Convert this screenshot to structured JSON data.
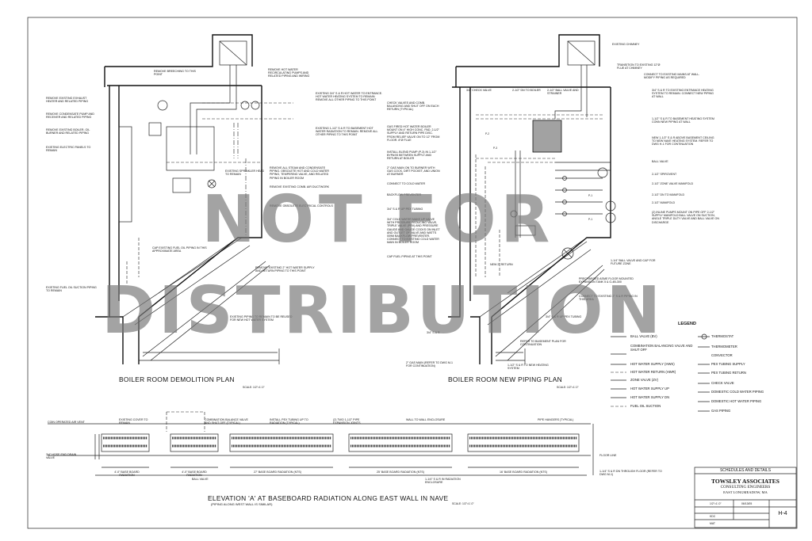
{
  "sheet": {
    "title_block_header": "SCHEDULES AND DETAILS",
    "firm_name": "TOWSLEY ASSOCIATES",
    "firm_subtitle": "CONSULTING ENGINEERS",
    "firm_location": "EAST LONGMEADOW, MA",
    "scale_value": "1/2\"=1'-0\"",
    "date_value": "06/13/05",
    "drawn_value": "KDC",
    "checked_value": "MAT",
    "sheet_number": "H-4"
  },
  "watermark": {
    "line1": "NOT FOR",
    "line2": "DISTRIBUTION"
  },
  "titles": {
    "demolition": "BOILER ROOM DEMOLITION PLAN",
    "demolition_scale": "SCALE: 1/2\"=1'-0\"",
    "new_piping": "BOILER ROOM NEW PIPING PLAN",
    "new_piping_scale": "SCALE: 1/2\"=1'-0\"",
    "elevation": "ELEVATION 'A' AT BASEBOARD RADIATION ALONG EAST WALL IN NAVE",
    "elevation_sub": "(PIPING ALONG WEST WALL IS SIMILAR)",
    "elevation_scale": "SCALE: 1/2\"=1'-0\""
  },
  "legend": {
    "title": "LEGEND",
    "left": [
      "BALL VALVE (BV)",
      "COMBINATION BALANCING VALVE AND SHUT OFF",
      "HOT WATER SUPPLY (HWS)",
      "HOT WATER RETURN (HWR)",
      "ZONE VALVE (ZV)",
      "HOT WATER SUPPLY UP",
      "HOT WATER SUPPLY DN",
      "FUEL OIL SUCTION"
    ],
    "right": [
      "THERMOSTAT",
      "THERMOMETER",
      "CONVECTOR",
      "PEX TUBING SUPPLY",
      "PEX TUBING RETURN",
      "CHECK VALVE",
      "DOMESTIC COLD WATER PIPING",
      "DOMESTIC HOT WATER PIPING",
      "GAS PIPING"
    ]
  },
  "demo_notes": {
    "remove_breeching": "REMOVE BREECHING TO THIS POINT",
    "remove_hw": "REMOVE HOT WATER RECIRCULATING PUMPS AND RELATED PIPING AND WIRING",
    "remove_exhaust": "REMOVE EXISTING EXHAUST HEATER AND RELATED PIPING",
    "remove_condensate": "REMOVE CONDENSATE PUMP AND RECEIVER AND RELATED PIPING",
    "remove_boiler": "REMOVE EXISTING BOILER, OIL BURNER AND RELATED PIPING",
    "electric_panels": "EXISTING ELECTRIC PANELS TO REMAIN",
    "existing_34": "EXISTING 3/4\" S & R HOT WATER TO ENTRANCE. HOT WATER HEATING SYSTEM TO REMAIN. REMOVE ALL OTHER PIPING TO THIS POINT",
    "existing_112": "EXISTING 1-1/2\" S & R TO BASEMENT HOT WATER RADIATION TO REMAIN. REMOVE ALL OTHER PIPING TO THIS POINT",
    "sprinkler": "EXISTING SPRINKLER HEAD TO REMAIN",
    "remove_steam": "REMOVE ALL STEAM AND CONDENSATE PIPING. OBSOLETE HOT AND COLD WATER PIPING, TEMPERING VALVE, AND RELATED PIPING IN BOILER ROOM",
    "remove_comb_air": "REMOVE EXISTING COMB. AIR DUCTWORK",
    "remove_electrical": "REMOVE OBSOLETE ELECTRICAL CONTROLS",
    "cap_fuel": "CAP EXISTING FUEL OIL PIPING IN THIS APPROXIMATE AREA",
    "remove_2": "REMOVE EXISTING 2\" HOT WATER SUPPLY AND RETURN PIPING TO THIS POINT",
    "fuel_suction": "EXISTING FUEL OIL SUCTION PIPING TO REMAIN",
    "existing_piping": "EXISTING PIPING TO REMAIN TO BE REUSED FOR NEW HOT WATER SYSTEM"
  },
  "new_notes": {
    "chimney": "EXISTING CHIMNEY",
    "transition": "TRANSITION TO EXISTING 12\"Ø FLUE AT CHIMNEY",
    "connect_mains": "CONNECT TO EXISTING MAINS AT WALL. MODIFY PIPING AS REQUIRED",
    "check_valve": "3/4\" CHECK VALVE",
    "dn_boiler": "2-1/2\" DN TO BOILER",
    "ball_strainer": "2-1/2\" BALL VALVE AND STRAINER",
    "entrance": "3/4\" S & R TO EXISTING ENTRANCE HEATING SYSTEM TO REMAIN. CONNECT NEW PIPING AT WALL",
    "check_valves_comb": "CHECK VALVES AND COMB. BALANCING AND SHUT OFF ON EACH RETURN (TYPICAL)",
    "gas_boiler": "GAS FIRED HOT WATER BOILER MOUNT ON 4\" HIGH CONC. PAD. 2-1/2\" SUPPLY AND RETURN PIPE DISC. FROM RELIEF VALVE ON TO 12\" FROM FLOOR. 8\"Ø FLUE",
    "basement_heating": "1-1/2\" S & R TO BASEMENT HEATING SYSTEM CONN NEW PIPING AT WALL",
    "above_basement": "NEW 1-1/2\" S & R ABOVE BASEMENT CEILING TO NEW NAVE HEATING SYSTEM. REFER TO DWG H-1 FOR CONTINUATION",
    "blend_pump": "INSTALL BLEND PUMP (P-3) IN 1-1/2\" BYPASS BETWEEN SUPPLY AND RETURN AT BOILER",
    "ball_valve": "BALL VALVE",
    "gas_main": "2\" GAS MAIN ON TO BURNER WITH GAS COCK, DIRT POCKET, AND UNION AT BURNER",
    "sprirovent": "2-1/2\" SPIROVENT",
    "cold_water": "CONNECT TO COLD WATER",
    "zone_manifold": "2-1/2\" ZONE VALVE MANIFOLD",
    "backflow": "BACKFLOW PREVENTER",
    "dn_manifold": "2-1/2\" DN TO MANIFOLD",
    "manifold": "2-1/2\" MANIFOLD",
    "pex_up": "3/4\" S & R UP PEX TUBING",
    "inline_pumps": "(2) INLINE PUMPS MOUNT ON PIPE OFF 2-1/2\" SUPPLY MANIFOLD BALL VALVE ON SUCTION, ANGLE TRIPLE DUTY VALVE AND BALL VALVE ON DISCHARGE",
    "cold_makeup": "3/4\" COLD WATER MAKE UP VALVE WITH PRESSURE REDUCING VALVE, TRIPLE VALVE (PRV) AND PRESSURE GAUGE AND GAUGE COCKS ON INLET AND OUTLET OF VALVE AND WATTS 009M BACKFLOW PREVENTER. CONNECT TO EXISTING COLD WATER MAIN IN BOILER ROOM",
    "cap_fuel": "CAP FUEL PIPING AT THIS POINT",
    "ball_zone": "1-1/4\" BALL VALVE AND CAP FOR FUTURE ZONE",
    "new_return": "NEW 2\" RETURN",
    "expansion": "PRECHARGED ASME FLOOR MOUNTED EXPANSION TANK 5 & G-4B-300",
    "connect_2": "CONNECT TO EXISTING 2\" S & R PIPING IN THIS AREA",
    "pex_up2": "3/4\" S & R UP PEX TUBING",
    "sr_34": "3/4\" S & R",
    "basement_plan": "REFER TO BASEMENT PLAN FOR CONTINUATION",
    "gas_main2": "2\" GAS MAIN (REFER TO DWG M-1 FOR CONTINUATION)",
    "new_heating": "1-1/2\" S & R TO NEW HEATING SYSTEM"
  },
  "elev_notes": {
    "coin_vent": "COIN OPERATED AIR VENT",
    "existing_cover": "EXISTING COVER TO REMAIN",
    "comb_balance": "COMBINATION BALANCE VALVE AND SHUT OFF (TYPICAL)",
    "install_pex": "INSTALL PEX TUBING UP TO RADIATION (TYPICAL)",
    "expansion_joints": "(2) TWO 1-1/2\" PIPE EXPANSION JOINTS",
    "wall_enclosure": "WALL TO WALL ENCLOSURE",
    "pipe_hangers": "PIPE HANGERS (TYPICAL)",
    "hose_drain": "3/4\" HOSE END DRAIN VALVE",
    "bb_4_left": "4'-0\" BASE BOARD RADIATION",
    "bb_4_mid": "4'-0\" BASE BOARD RADIATION",
    "bb_27": "27' BASE BOARD RADIATION (NTS)",
    "bb_25": "25' BASE BOARD RADIATION (NTS)",
    "bb_16": "16' BASE BOARD RADIATION (NTS)",
    "ball_valve": "BALL VALVE",
    "enclosure_note": "1-1/4\" S & R IN RADIATION ENCLOSURE",
    "floor_line": "FLOOR LINE",
    "sr_down": "1-1/4\" S & R DN THROUGH FLOOR (REFER TO DWG M-1)"
  }
}
